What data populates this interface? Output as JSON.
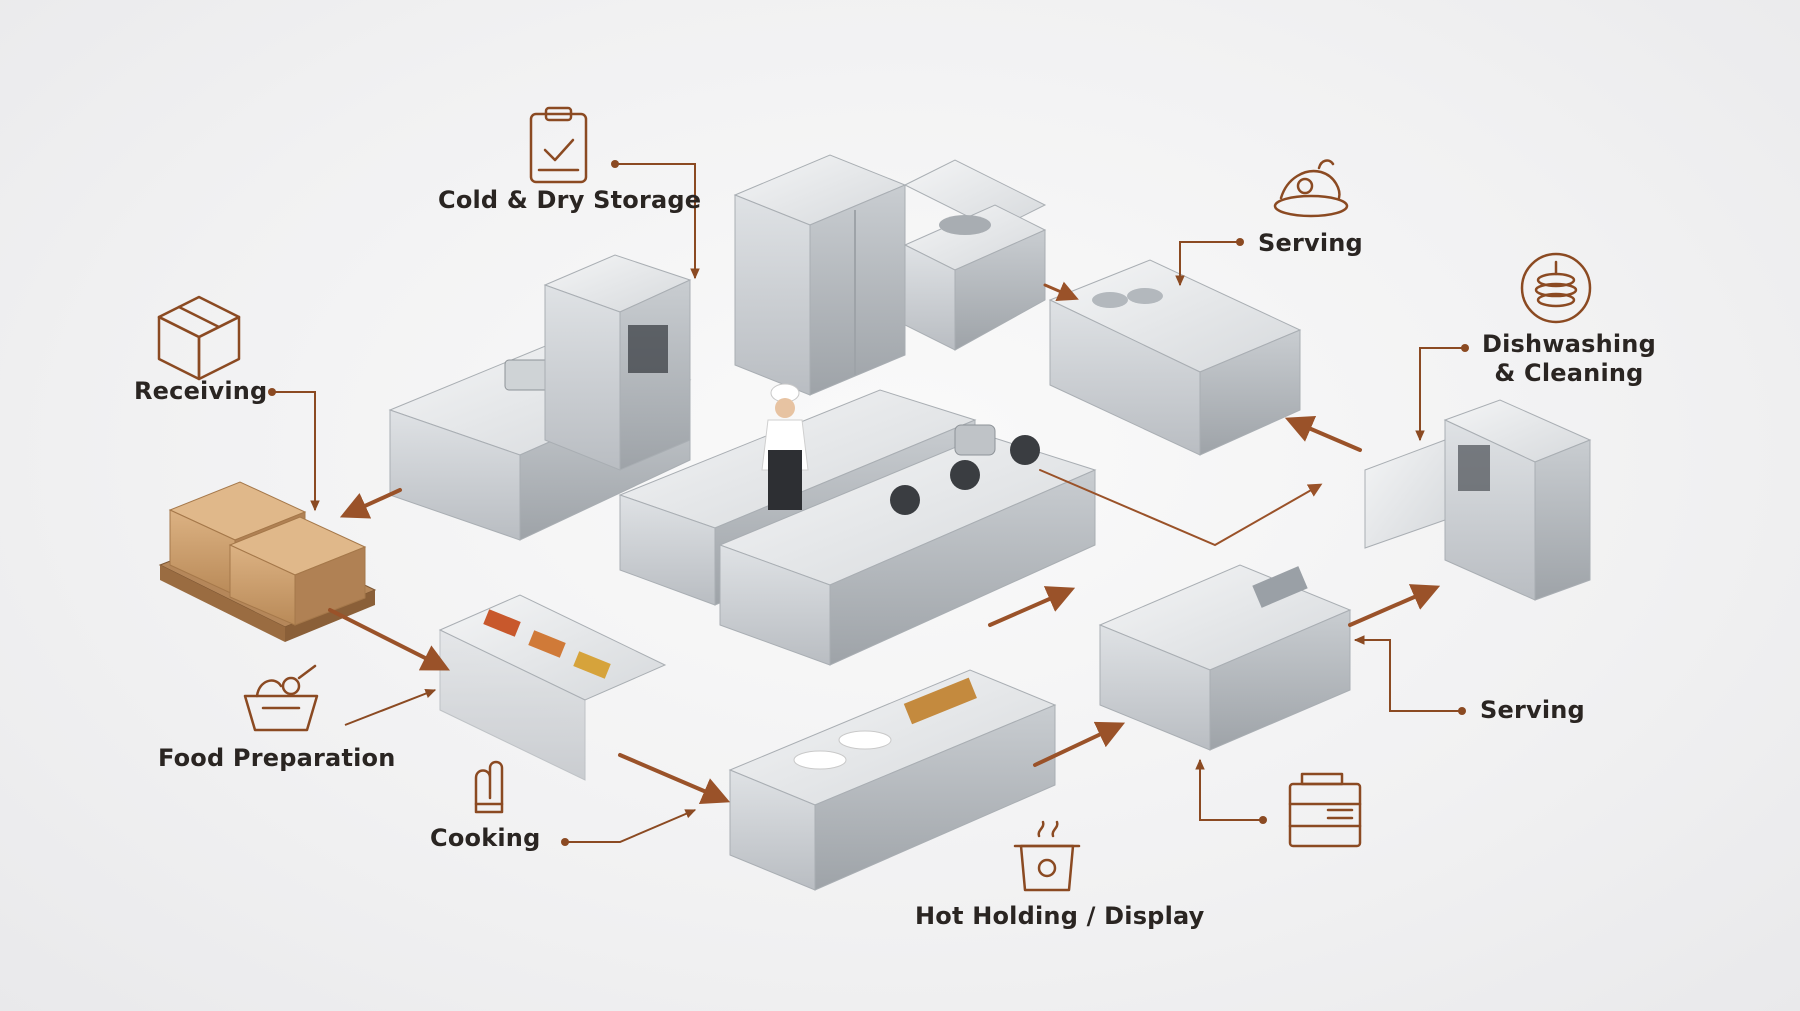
{
  "diagram": {
    "stations": [
      {
        "id": "cold-dry-storage",
        "lines": [
          "Cold & Dry Storage"
        ],
        "icon": "clipboard-check-icon"
      },
      {
        "id": "serving-top",
        "lines": [
          "Serving"
        ],
        "icon": "food-platter-icon"
      },
      {
        "id": "dishwashing-cleaning",
        "lines": [
          "Dishwashing",
          "& Cleaning"
        ],
        "icon": "dish-stack-icon"
      },
      {
        "id": "receiving",
        "lines": [
          "Receiving"
        ],
        "icon": "box-icon"
      },
      {
        "id": "food-preparation",
        "lines": [
          "Food Preparation"
        ],
        "icon": "basket-icon"
      },
      {
        "id": "cooking",
        "lines": [
          "Cooking"
        ],
        "icon": "oven-mitt-icon"
      },
      {
        "id": "serving-right",
        "lines": [
          "Serving"
        ],
        "icon": "dot-marker-icon"
      },
      {
        "id": "hot-holding-display",
        "lines": [
          "Hot Holding / Display"
        ],
        "icon": "steam-pot-icon"
      },
      {
        "id": "equipment-unit",
        "lines": [],
        "icon": "dish-machine-icon"
      }
    ],
    "colors": {
      "accent": "#8b4a22",
      "flow_arrow": "#9a5229",
      "label_text": "#2a2522",
      "steel_light": "#e6e8ea",
      "steel_mid": "#c4c8cc",
      "steel_dark": "#8e9398",
      "cardboard": "#c99a68",
      "pallet": "#a87a4c"
    }
  }
}
